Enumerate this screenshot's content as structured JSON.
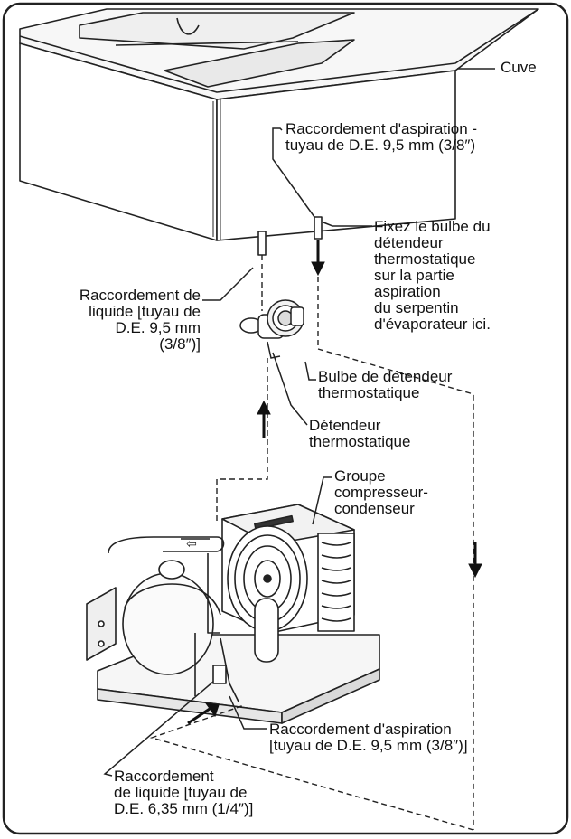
{
  "labels": {
    "cuve": "Cuve",
    "suction_top": [
      "Raccordement d'aspiration -",
      "tuyau de D.E. 9,5 mm (3/8″)"
    ],
    "bulb_instruction": [
      "Fixez le bulbe du",
      "détendeur",
      "thermostatique",
      "sur la partie",
      "aspiration",
      "du serpentin",
      "d'évaporateur ici."
    ],
    "liquid_top": [
      "Raccordement de",
      "liquide [tuyau de",
      "D.E. 9,5 mm",
      "(3/8″)]"
    ],
    "bulb": [
      "Bulbe de détendeur",
      "thermostatique"
    ],
    "expansion_valve": [
      "Détendeur",
      "thermostatique"
    ],
    "condensing_unit": [
      "Groupe",
      "compresseur-",
      "condenseur"
    ],
    "suction_bottom": [
      "Raccordement d'aspiration",
      "[tuyau de D.E. 9,5 mm (3/8″)]"
    ],
    "liquid_bottom": [
      "Raccordement",
      "de liquide [tuyau de",
      "D.E. 6,35 mm (1/4″)]"
    ]
  },
  "icons": {
    "compressor_arrow": "⇦"
  }
}
